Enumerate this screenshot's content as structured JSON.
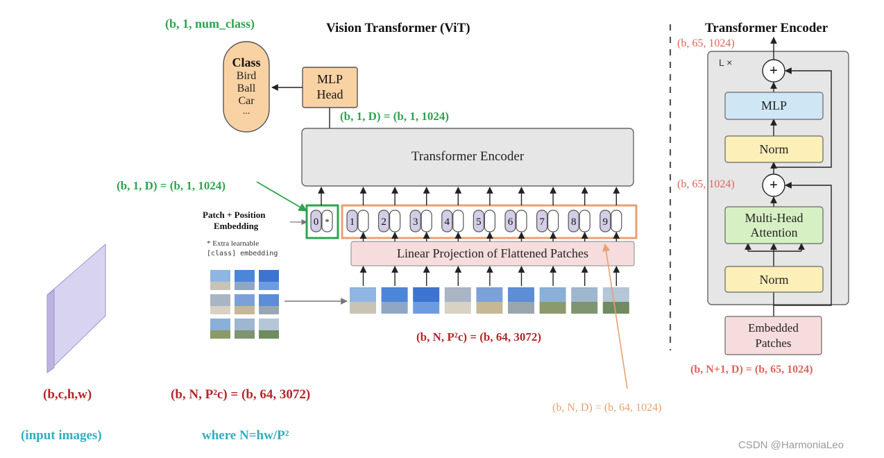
{
  "vit": {
    "title": "Vision Transformer (ViT)",
    "class_box": {
      "title": "Class",
      "items": [
        "Bird",
        "Ball",
        "Car",
        "..."
      ]
    },
    "mlp_head": {
      "line1": "MLP",
      "line2": "Head"
    },
    "transformer_encoder": "Transformer Encoder",
    "linear_projection": "Linear Projection of Flattened Patches",
    "patch_position": {
      "line1": "Patch + Position",
      "line2": "Embedding"
    },
    "extra_note": {
      "line1": "* Extra learnable",
      "line2": "[class] embedding"
    },
    "tokens": [
      "0",
      "1",
      "2",
      "3",
      "4",
      "5",
      "6",
      "7",
      "8",
      "9"
    ],
    "star": "*"
  },
  "shapes": {
    "num_class": "(b, 1, num_class)",
    "head_in": "(b, 1, D) = (b, 1, 1024)",
    "cls_token": "(b, 1, D) = (b, 1, 1024)",
    "patches_mid": "(b, N, P²c) = (b, 64, 3072)",
    "patches_bottom": "(b, N, P²c) = (b, 64, 3072)",
    "input": "(b,c,h,w)",
    "input_label": "(input images)",
    "where": "where N=hw/P²",
    "embed_out": "(b, N, D) = (b, 64, 1024)",
    "enc_out": "(b, 65, 1024)",
    "enc_mid": "(b, 65, 1024)",
    "enc_in": "(b, N+1, D) = (b, 65, 1024)"
  },
  "encoder": {
    "title": "Transformer Encoder",
    "repeat": "L ×",
    "mlp": "MLP",
    "norm_top": "Norm",
    "mha_line1": "Multi-Head",
    "mha_line2": "Attention",
    "norm_bottom": "Norm",
    "embedded_line1": "Embedded",
    "embedded_line2": "Patches",
    "plus": "+"
  },
  "watermark": "CSDN @HarmoniaLeo",
  "colors": {
    "green": "#2ea44f",
    "red": "#b3262b",
    "salmon": "#e0625a",
    "orange": "#e8a070",
    "teal": "#2cb0c4",
    "mlp_blue": "#cfe6f5",
    "norm_yellow": "#fcf0b8",
    "attention_green": "#d6f0c4",
    "embed_pink": "#f6dcdc",
    "class_orange": "#f9d2a4"
  }
}
